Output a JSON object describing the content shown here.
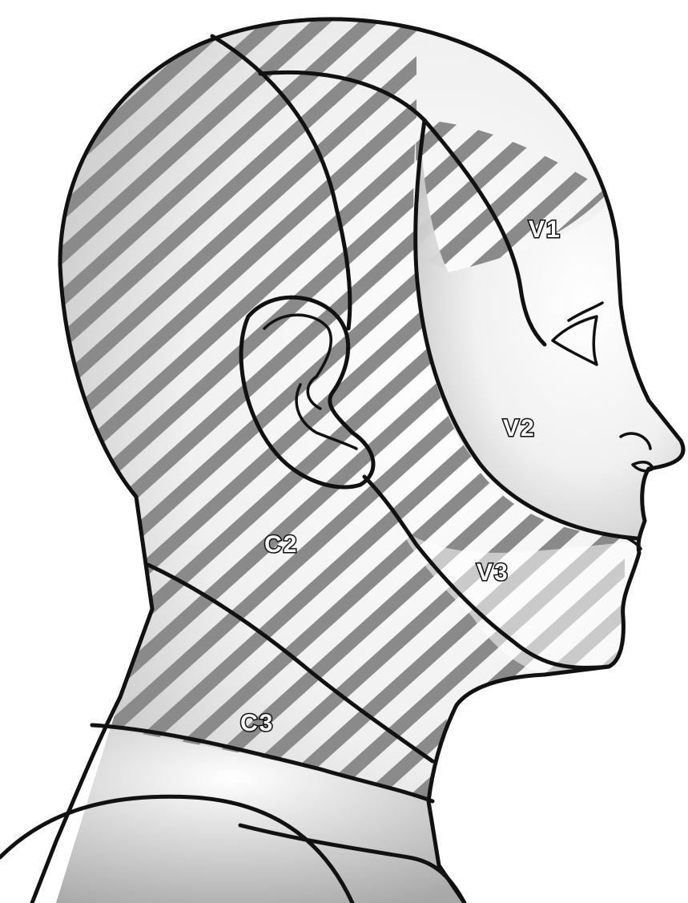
{
  "regions": {
    "v1": "V1",
    "v2": "V2",
    "v3": "V3",
    "c2": "C2",
    "c3": "C3"
  },
  "colors": {
    "outline": "#111111",
    "hatch": "#8a8a8a",
    "skin_light": "#ffffff",
    "skin_shade": "#9a9a9a"
  }
}
